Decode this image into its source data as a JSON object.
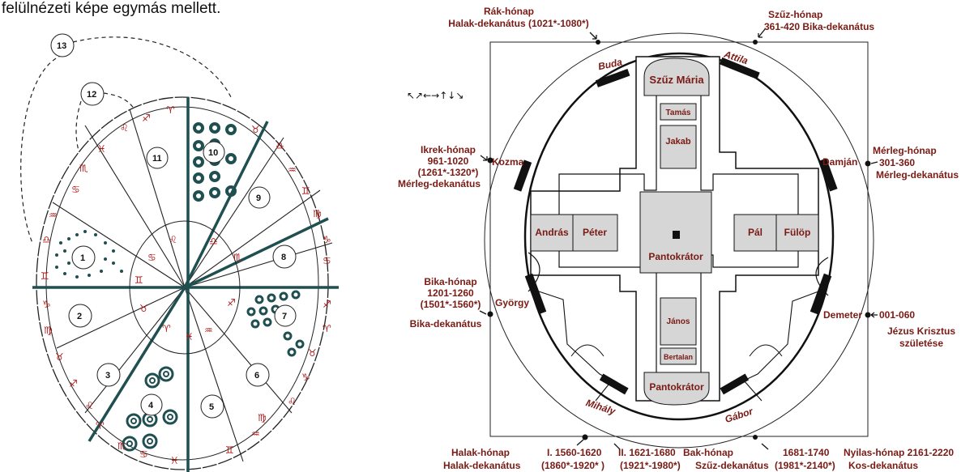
{
  "caption_fragment": "felülnézeti képe egymás mellett.",
  "left_diagram": {
    "ring_numbers": [
      "1",
      "2",
      "3",
      "4",
      "5",
      "6",
      "7",
      "8",
      "9",
      "10",
      "11",
      "12",
      "13"
    ]
  },
  "right_diagram": {
    "arrows_text": "↖↗←→↑↓↘",
    "inner_names": {
      "szuz_maria": "Szűz Mária",
      "tamas": "Tamás",
      "jakab": "Jakab",
      "andras": "András",
      "peter": "Péter",
      "pal": "Pál",
      "fulop": "Fülöp",
      "pantokrator_center": "Pantokrátor",
      "janos": "János",
      "bertalan": "Bertalan",
      "pantokrator_bottom": "Pantokrátor"
    },
    "tower_names": {
      "buda": "Buda",
      "attila": "Attila",
      "kozma": "Kozma",
      "damjan": "Damján",
      "gyorgy": "György",
      "demeter": "Demeter",
      "mihaly": "Mihály",
      "gabor": "Gábor"
    },
    "annotations": {
      "top_left": [
        "Rák-hónap",
        "Halak-dekanátus (1021*-1080*)"
      ],
      "top_right": [
        "Szűz-hónap",
        "361-420  Bika-dekanátus"
      ],
      "left_upper": [
        "Ikrek-hónap",
        "961-1020",
        "(1261*-1320*)",
        "Mérleg-dekanátus"
      ],
      "right_upper": [
        "Mérleg-hónap",
        "301-360",
        "Mérleg-dekanátus"
      ],
      "left_lower": [
        "Bika-hónap",
        "1201-1260",
        "(1501*-1560*)",
        "Bika-dekanátus"
      ],
      "right_lower": [
        "001-060",
        "Jézus Krisztus",
        "születése"
      ],
      "bottom_1": [
        "Halak-hónap",
        "Halak-dekanátus"
      ],
      "bottom_2": [
        "I. 1560-1620",
        "(1860*-1920* )"
      ],
      "bottom_3": [
        "II. 1621-1680",
        "(1921*-1980*)"
      ],
      "bottom_4": [
        "Bak-hónap",
        "Szűz-dekanátus"
      ],
      "bottom_5": [
        "1681-1740",
        "(1981*-2140*)"
      ],
      "bottom_6": [
        "Nyilas-hónap  2161-2220",
        "Kos-dekanátus"
      ]
    }
  },
  "colors": {
    "accent": "#7a1a14",
    "teal": "#1f4f50",
    "sign_red": "#b01818"
  }
}
